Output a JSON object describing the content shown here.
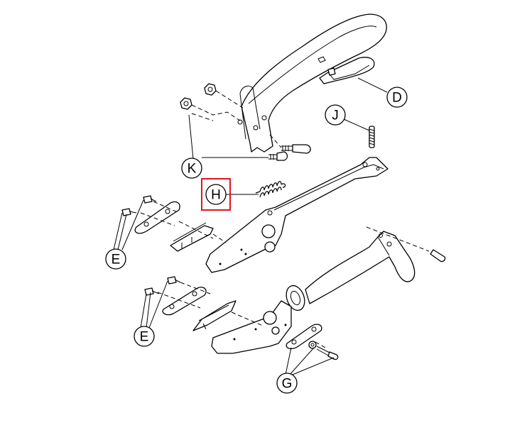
{
  "callouts": {
    "D": "D",
    "J": "J",
    "K": "K",
    "H": "H",
    "E_upper": "E",
    "E_lower": "E",
    "G": "G"
  },
  "highlight": {
    "target": "H",
    "color": "#e0141e"
  }
}
